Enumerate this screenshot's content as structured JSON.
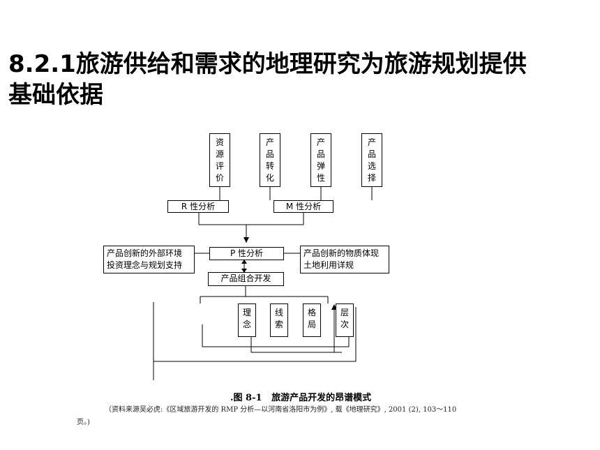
{
  "page": {
    "title_line1": "8.2.1旅游供给和需求的地理研究为旅游规划提供",
    "title_line2": "基础依据"
  },
  "diagram": {
    "top_boxes": [
      {
        "chars": [
          "资",
          "源",
          "评",
          "价"
        ]
      },
      {
        "chars": [
          "产",
          "品",
          "转",
          "化"
        ]
      },
      {
        "chars": [
          "产",
          "品",
          "弹",
          "性"
        ]
      },
      {
        "chars": [
          "产",
          "品",
          "选",
          "择"
        ]
      }
    ],
    "r_box": "R 性分析",
    "m_box": "M 性分析",
    "p_box": "P 性分析",
    "combo_box": "产品组合开发",
    "left_box": {
      "line1": "产品创新的外部环境",
      "line2": "投资理念与规划支持"
    },
    "right_box": {
      "line1": "产品创新的物质体现",
      "line2": "土地利用详规"
    },
    "bottom_boxes": [
      {
        "chars": [
          "理",
          "念"
        ]
      },
      {
        "chars": [
          "线",
          "索"
        ]
      },
      {
        "chars": [
          "格",
          "局"
        ]
      },
      {
        "chars": [
          "层",
          "次"
        ]
      }
    ]
  },
  "caption": {
    "figure": ".图 8-1   旅游产品开发的昂谱模式",
    "source_line1": "（资料来源吴必虎:《区域旅游开发的 RMP 分析—以河南省洛阳市为例》, 载《地理研究》, 2001 (2), 103～110",
    "source_line2": "页。)"
  }
}
